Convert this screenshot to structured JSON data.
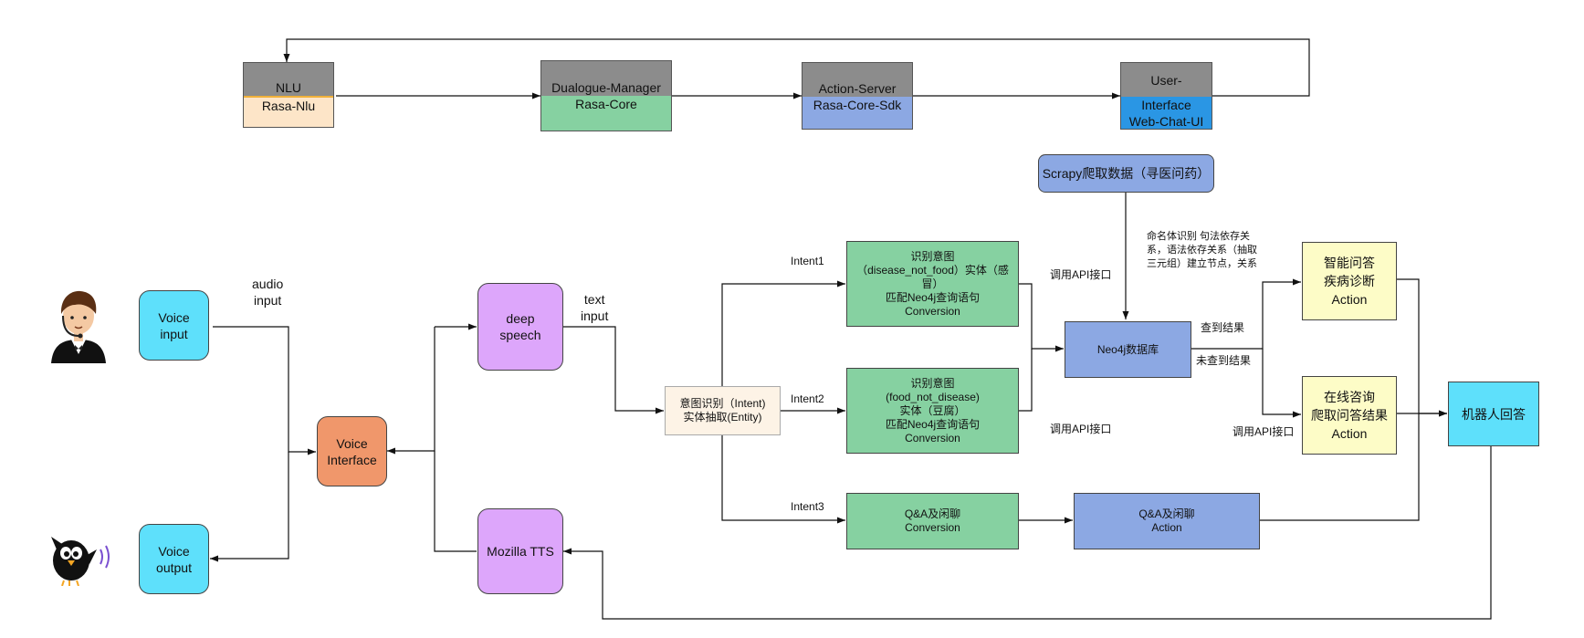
{
  "top_pipeline": {
    "nlu": {
      "title": "NLU",
      "sub": "Rasa-Nlu"
    },
    "dm": {
      "title": "Dualogue-Manager",
      "sub": "Rasa-Core"
    },
    "action": {
      "title": "Action-Server",
      "sub": "Rasa-Core-Sdk"
    },
    "ui": {
      "title_line1": "User-",
      "title_line2": "Interface",
      "sub": "Web-Chat-UI"
    }
  },
  "nodes": {
    "voice_input": {
      "l1": "Voice",
      "l2": "input"
    },
    "voice_output": {
      "l1": "Voice",
      "l2": "output"
    },
    "voice_interface": {
      "l1": "Voice",
      "l2": "Interface"
    },
    "deep_speech": {
      "l1": "deep",
      "l2": "speech"
    },
    "tts": {
      "l1": "Mozilla TTS"
    },
    "intent_entity": {
      "l1": "意图识别（Intent)",
      "l2": "实体抽取(Entity)"
    },
    "conv1": {
      "l1": "识别意图",
      "l2": "（disease_not_food）实体（感",
      "l3": "冒）",
      "l4": "匹配Neo4j查询语句",
      "l5": "Conversion"
    },
    "conv2": {
      "l1": "识别意图",
      "l2": "(food_not_disease)",
      "l3": "实体（豆腐）",
      "l4": "匹配Neo4j查询语句",
      "l5": "Conversion"
    },
    "conv3": {
      "l1": "Q&A及闲聊",
      "l2": "Conversion"
    },
    "qa_action": {
      "l1": "Q&A及闲聊",
      "l2": "Action"
    },
    "scrapy": {
      "l1": "Scrapy爬取数据（寻医问药）"
    },
    "neo4j": {
      "l1": "Neo4j数据库"
    },
    "smart_action": {
      "l1": "智能问答",
      "l2": "疾病诊断",
      "l3": "Action"
    },
    "online_action": {
      "l1": "在线咨询",
      "l2": "爬取问答结果",
      "l3": "Action"
    },
    "robot": {
      "l1": "机器人回答"
    }
  },
  "labels": {
    "audio_input_1": "audio",
    "audio_input_2": "input",
    "text_input_1": "text",
    "text_input_2": "input",
    "intent1": "Intent1",
    "intent2": "Intent2",
    "intent3": "Intent3",
    "api1": "调用API接口",
    "api2": "调用API接口",
    "api3": "调用API接口",
    "ner_1": "命名体识别  句法依存关",
    "ner_2": "系，语法依存关系（抽取",
    "ner_3": "三元组）建立节点，关系",
    "found": "查到结果",
    "not_found": "未查到结果"
  },
  "colors": {
    "cyan": "#5ee0fb",
    "orange": "#f0976b",
    "purple": "#dda6fb",
    "cream": "#fdf3e6",
    "green": "#86d1a1",
    "blue": "#8ca8e3",
    "yellow": "#fdfcc7",
    "gray": "#8c8c8c",
    "nlu_sub": "#fde5c8",
    "ui_sub": "#2a96e4"
  }
}
